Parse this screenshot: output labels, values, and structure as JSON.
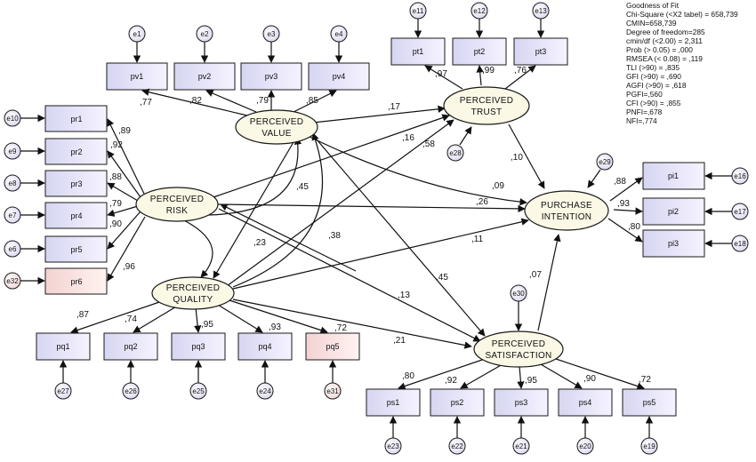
{
  "latents": {
    "value": [
      "PERCEIVED",
      "VALUE"
    ],
    "trust": [
      "PERCEIVED",
      "TRUST"
    ],
    "risk": [
      "PERCEIVED",
      "RISK"
    ],
    "purchase": [
      "PURCHASE",
      "INTENTION"
    ],
    "quality": [
      "PERCEIVED",
      "QUALITY"
    ],
    "satisfaction": [
      "PERCEIVED",
      "SATISFACTION"
    ]
  },
  "indicators": {
    "pv": [
      "pv1",
      "pv2",
      "pv3",
      "pv4"
    ],
    "pt": [
      "pt1",
      "pt2",
      "pt3"
    ],
    "pr": [
      "pr1",
      "pr2",
      "pr3",
      "pr4",
      "pr5",
      "pr6"
    ],
    "pi": [
      "pi1",
      "pi2",
      "pi3"
    ],
    "pq": [
      "pq1",
      "pq2",
      "pq3",
      "pq4",
      "pq5"
    ],
    "ps": [
      "ps1",
      "ps2",
      "ps3",
      "ps4",
      "ps5"
    ]
  },
  "errors": {
    "pv": [
      "e1",
      "e2",
      "e3",
      "e4"
    ],
    "pt": [
      "e11",
      "e12",
      "e13"
    ],
    "pr": [
      "e10",
      "e9",
      "e8",
      "e7",
      "e6",
      "e32"
    ],
    "pi": [
      "e16",
      "e17",
      "e18"
    ],
    "pq": [
      "e27",
      "e26",
      "e25",
      "e24",
      "e31"
    ],
    "ps": [
      "e23",
      "e22",
      "e21",
      "e20",
      "e19"
    ],
    "structural": {
      "trust": "e28",
      "purchase": "e29",
      "satisfaction": "e30"
    }
  },
  "loadings": {
    "pv": [
      ",77",
      ",82",
      ",79",
      ",85"
    ],
    "pt": [
      ",97",
      ",99",
      ",76"
    ],
    "pr": [
      ",89",
      ",92",
      ",88",
      ",79",
      ",90",
      ",96"
    ],
    "pi": [
      ",88",
      ",93",
      ",80"
    ],
    "pq": [
      ",87",
      ",74",
      ",95",
      ",93",
      ",72"
    ],
    "ps": [
      ",80",
      ",92",
      ",95",
      ",90",
      ",72"
    ]
  },
  "paths": {
    "value_trust": ",17",
    "risk_trust": ",16",
    "quality_trust": ",58",
    "trust_purchase": ",10",
    "value_purchase": ",09",
    "risk_purchase": ",26",
    "quality_purchase": ",11",
    "satisfaction_purchase": ",07",
    "risk_value": ",45",
    "quality_value": ",38",
    "risk_quality": ",23",
    "risk_satisfaction": ",13",
    "value_satisfaction": ",45",
    "quality_satisfaction": ",21"
  },
  "fit": [
    "Goodness of Fit",
    "Chi-Square (<X2 tabel) = 658,739",
    "CMIN=658,739",
    "Degree of freedom=285",
    "cmin/df (<2.00) = 2,311",
    "Prob (> 0.05) = ,000",
    "RMSEA (< 0.08) = ,119",
    "TLI (>90) = ,835",
    "GFI (>90) = ,690",
    "AGFI (>90) = ,618",
    "PGFI=,560",
    "CFI (>90) = ,855",
    "PNFI=,678",
    "NFI=,774"
  ]
}
